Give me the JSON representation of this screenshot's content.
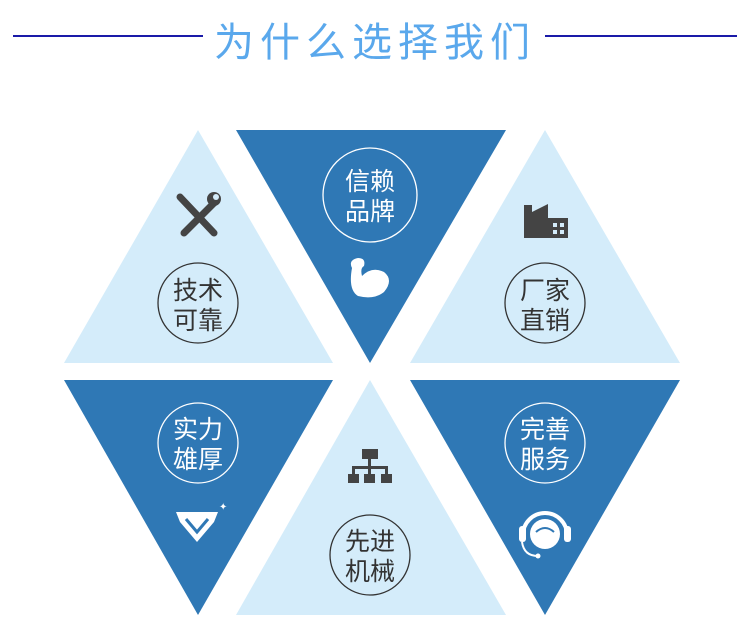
{
  "header": {
    "title": "为什么选择我们"
  },
  "items": [
    {
      "line1": "技术",
      "line2": "可靠",
      "icon": "tools-icon"
    },
    {
      "line1": "信赖",
      "line2": "品牌",
      "icon": "muscle-arm-icon"
    },
    {
      "line1": "厂家",
      "line2": "直销",
      "icon": "factory-icon"
    },
    {
      "line1": "实力",
      "line2": "雄厚",
      "icon": "diamond-icon"
    },
    {
      "line1": "先进",
      "line2": "机械",
      "icon": "network-icon"
    },
    {
      "line1": "完善",
      "line2": "服务",
      "icon": "headset-icon"
    }
  ],
  "colors": {
    "light": "#d4ecfa",
    "dark": "#2f78b5",
    "title": "#5aa8ec",
    "line": "#1a1aa8"
  }
}
